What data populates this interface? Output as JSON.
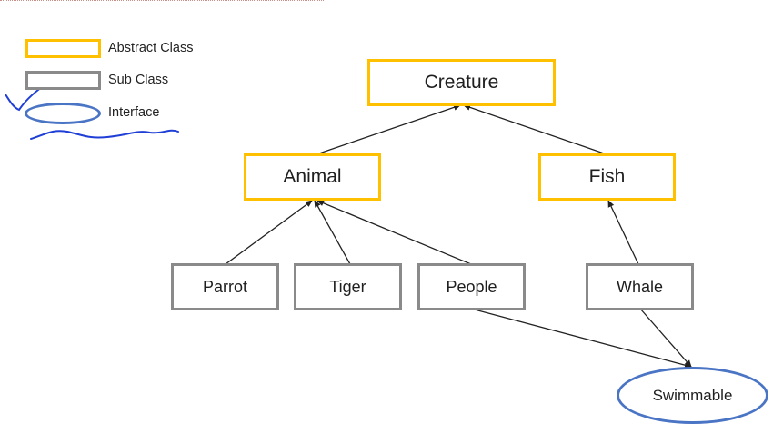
{
  "legend": {
    "abstract_label": "Abstract Class",
    "sub_label": "Sub Class",
    "interface_label": "Interface"
  },
  "nodes": {
    "creature": "Creature",
    "animal": "Animal",
    "fish": "Fish",
    "parrot": "Parrot",
    "tiger": "Tiger",
    "people": "People",
    "whale": "Whale",
    "swimmable": "Swimmable"
  },
  "colors": {
    "abstract_border": "#ffc000",
    "sub_border": "#8a8a8a",
    "interface_border": "#4a74c4",
    "annotation_ink": "#1f3fd6",
    "arrow": "#222222"
  }
}
